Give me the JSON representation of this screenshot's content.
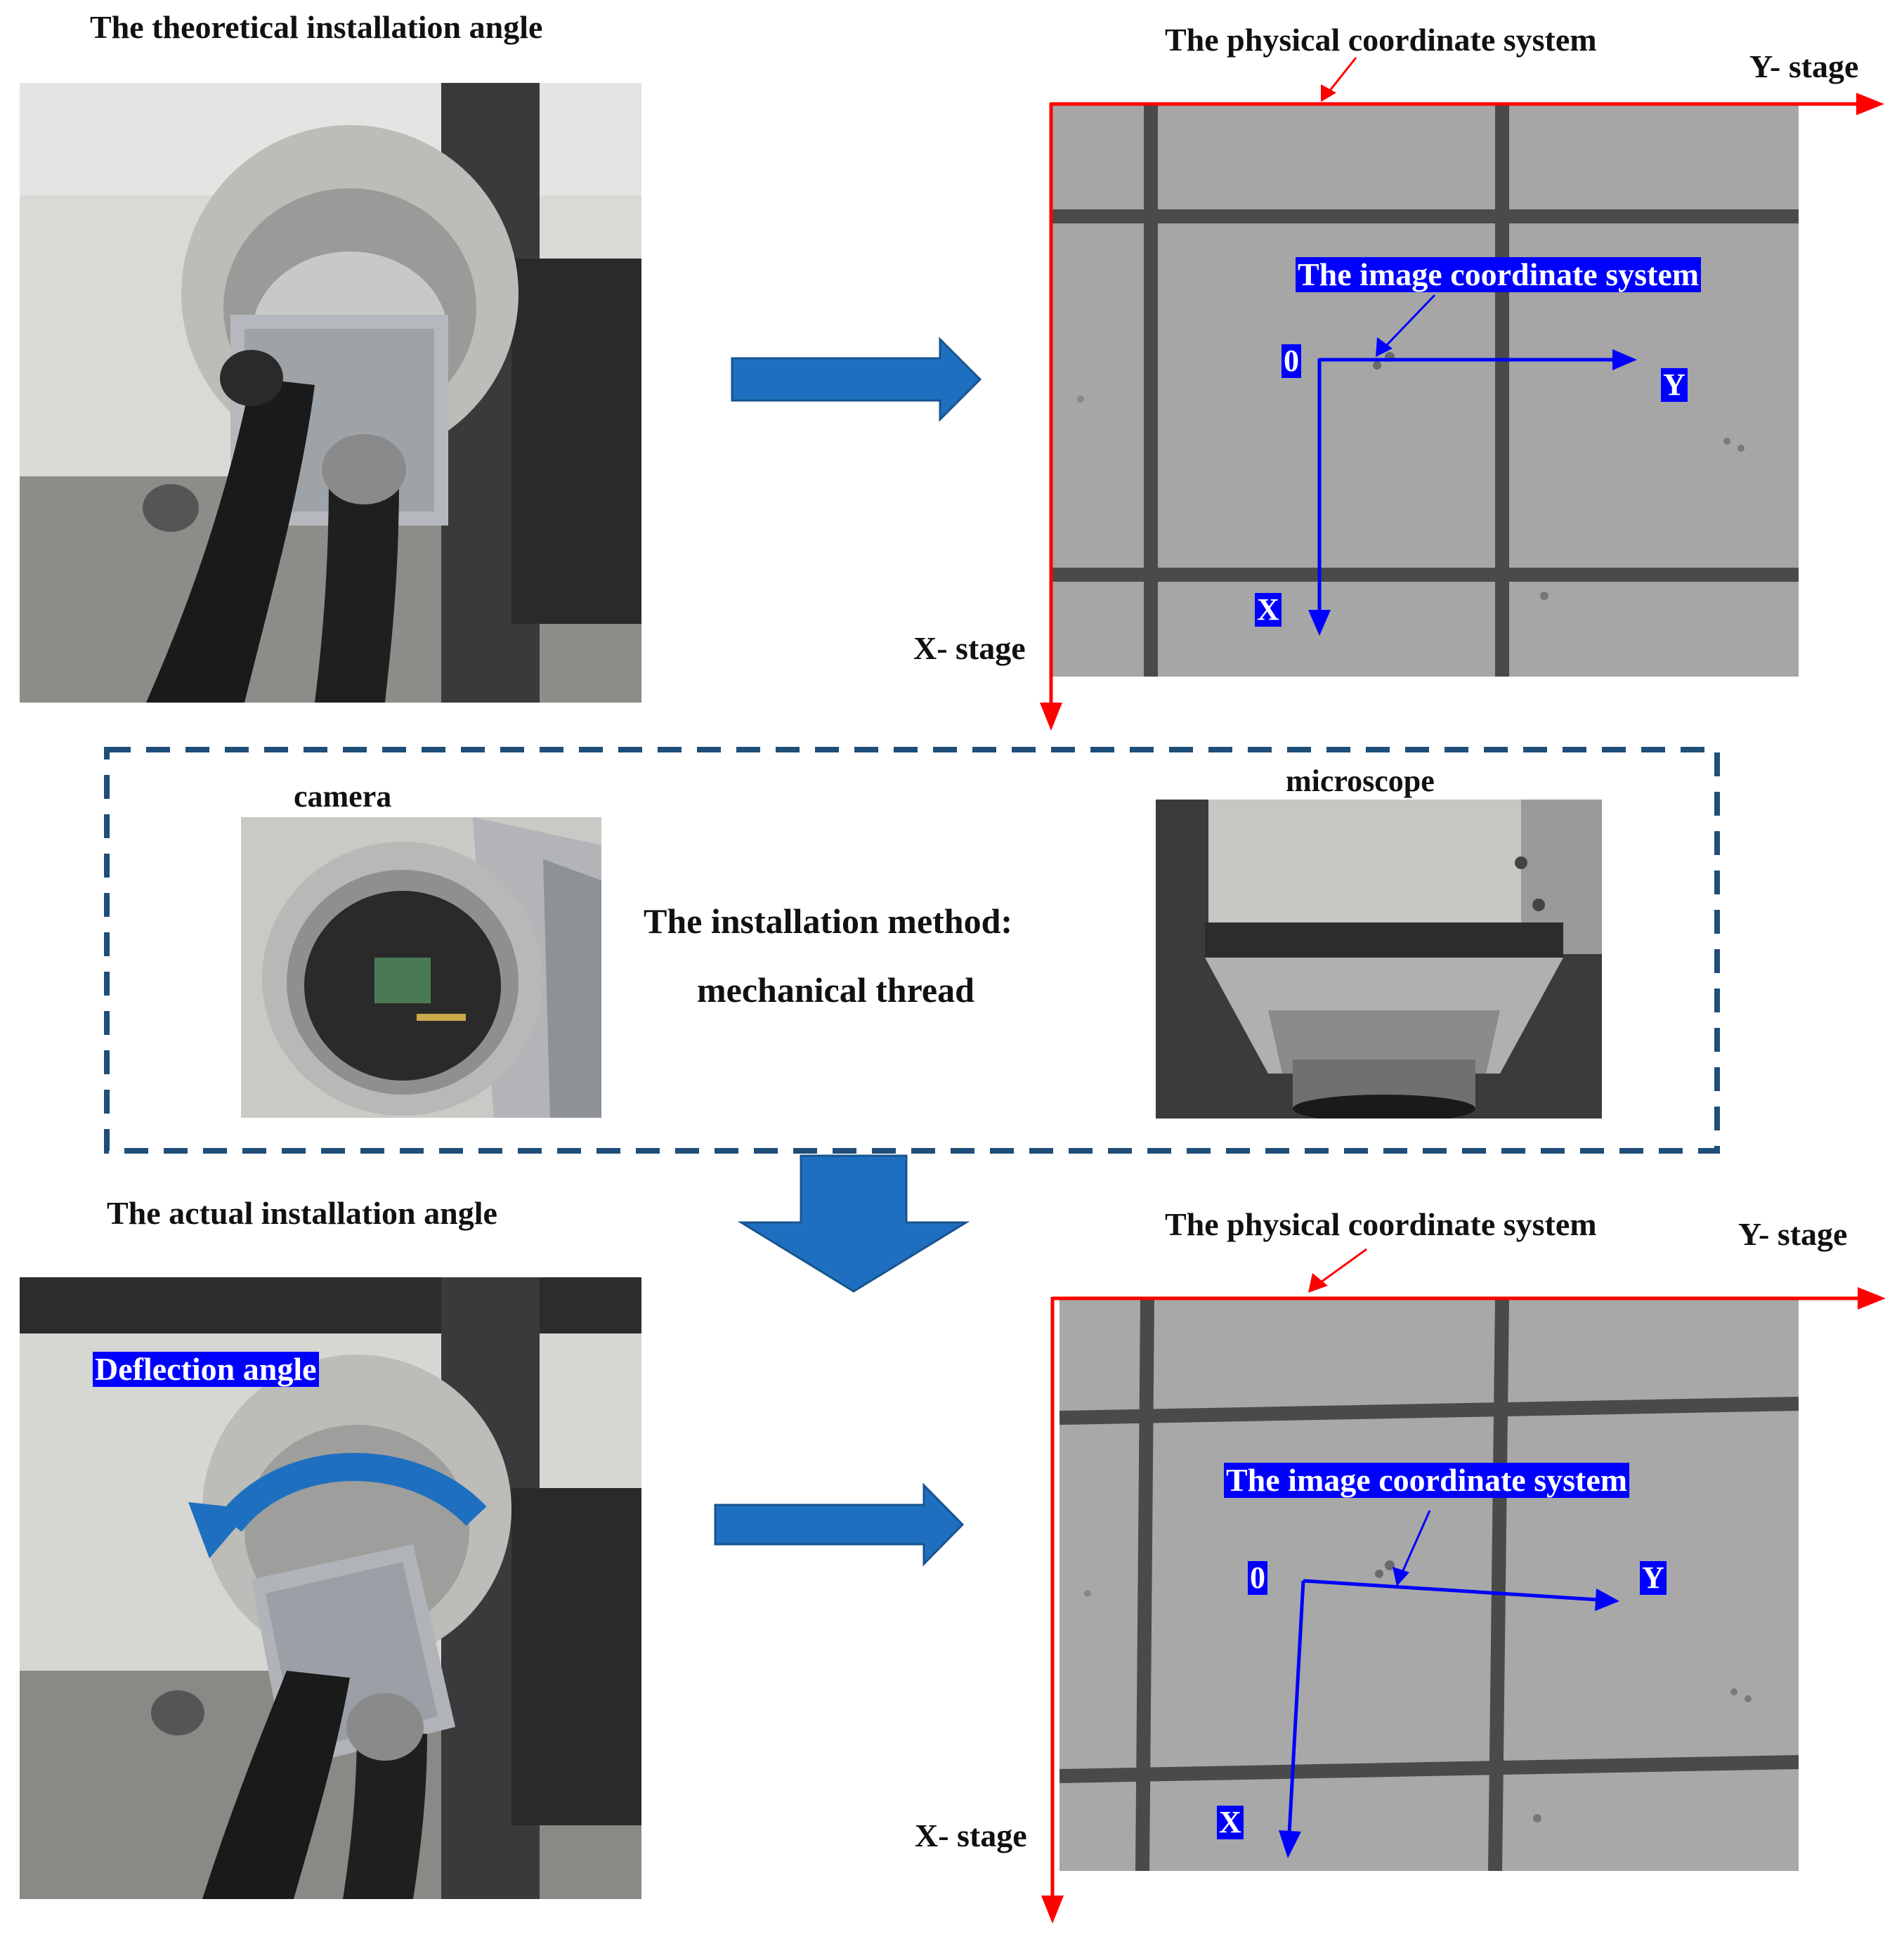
{
  "top": {
    "theoretical_label": "The theoretical installation angle",
    "physical_label": "The physical coordinate system",
    "y_stage": "Y- stage",
    "x_stage": "X- stage",
    "image_coord_label": "The image coordinate system",
    "origin": "0",
    "axis_y": "Y",
    "axis_x": "X"
  },
  "middle": {
    "camera_label": "camera",
    "microscope_label": "microscope",
    "method_line1": "The installation method:",
    "method_line2": "mechanical thread"
  },
  "bottom": {
    "actual_label": "The actual installation angle",
    "deflection_label": "Deflection angle",
    "physical_label": "The physical coordinate system",
    "y_stage": "Y- stage",
    "x_stage": "X- stage",
    "image_coord_label": "The image coordinate system",
    "origin": "0",
    "axis_y": "Y",
    "axis_x": "X"
  },
  "colors": {
    "physical_axes": "#ff0000",
    "image_axes": "#0000ff",
    "flow_arrow": "#1f6fc0",
    "dashed_border": "#1f4e79"
  }
}
